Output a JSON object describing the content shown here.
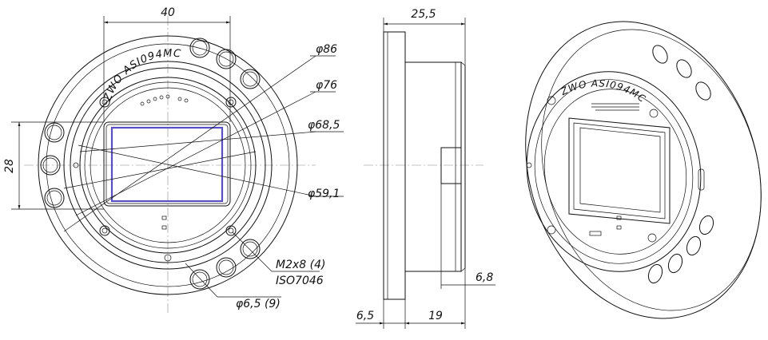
{
  "front_view": {
    "dim_width_top": "40",
    "dim_height_left": "28",
    "dia_outer": "φ86",
    "dia_ring": "φ76",
    "dia_mount": "φ68,5",
    "dia_inner": "φ59,1",
    "screw_note": "M2x8 (4)",
    "screw_standard": "ISO7046",
    "hole_note": "φ6,5 (9)",
    "engraving": "ZWO ASI094MC",
    "sensor_color": "#5a4fc2"
  },
  "side_view": {
    "dim_total_depth": "25,5",
    "dim_flange": "6,5",
    "dim_body": "19",
    "dim_step": "6,8"
  },
  "iso_view": {
    "engraving": "ZWO ASI094MC"
  }
}
